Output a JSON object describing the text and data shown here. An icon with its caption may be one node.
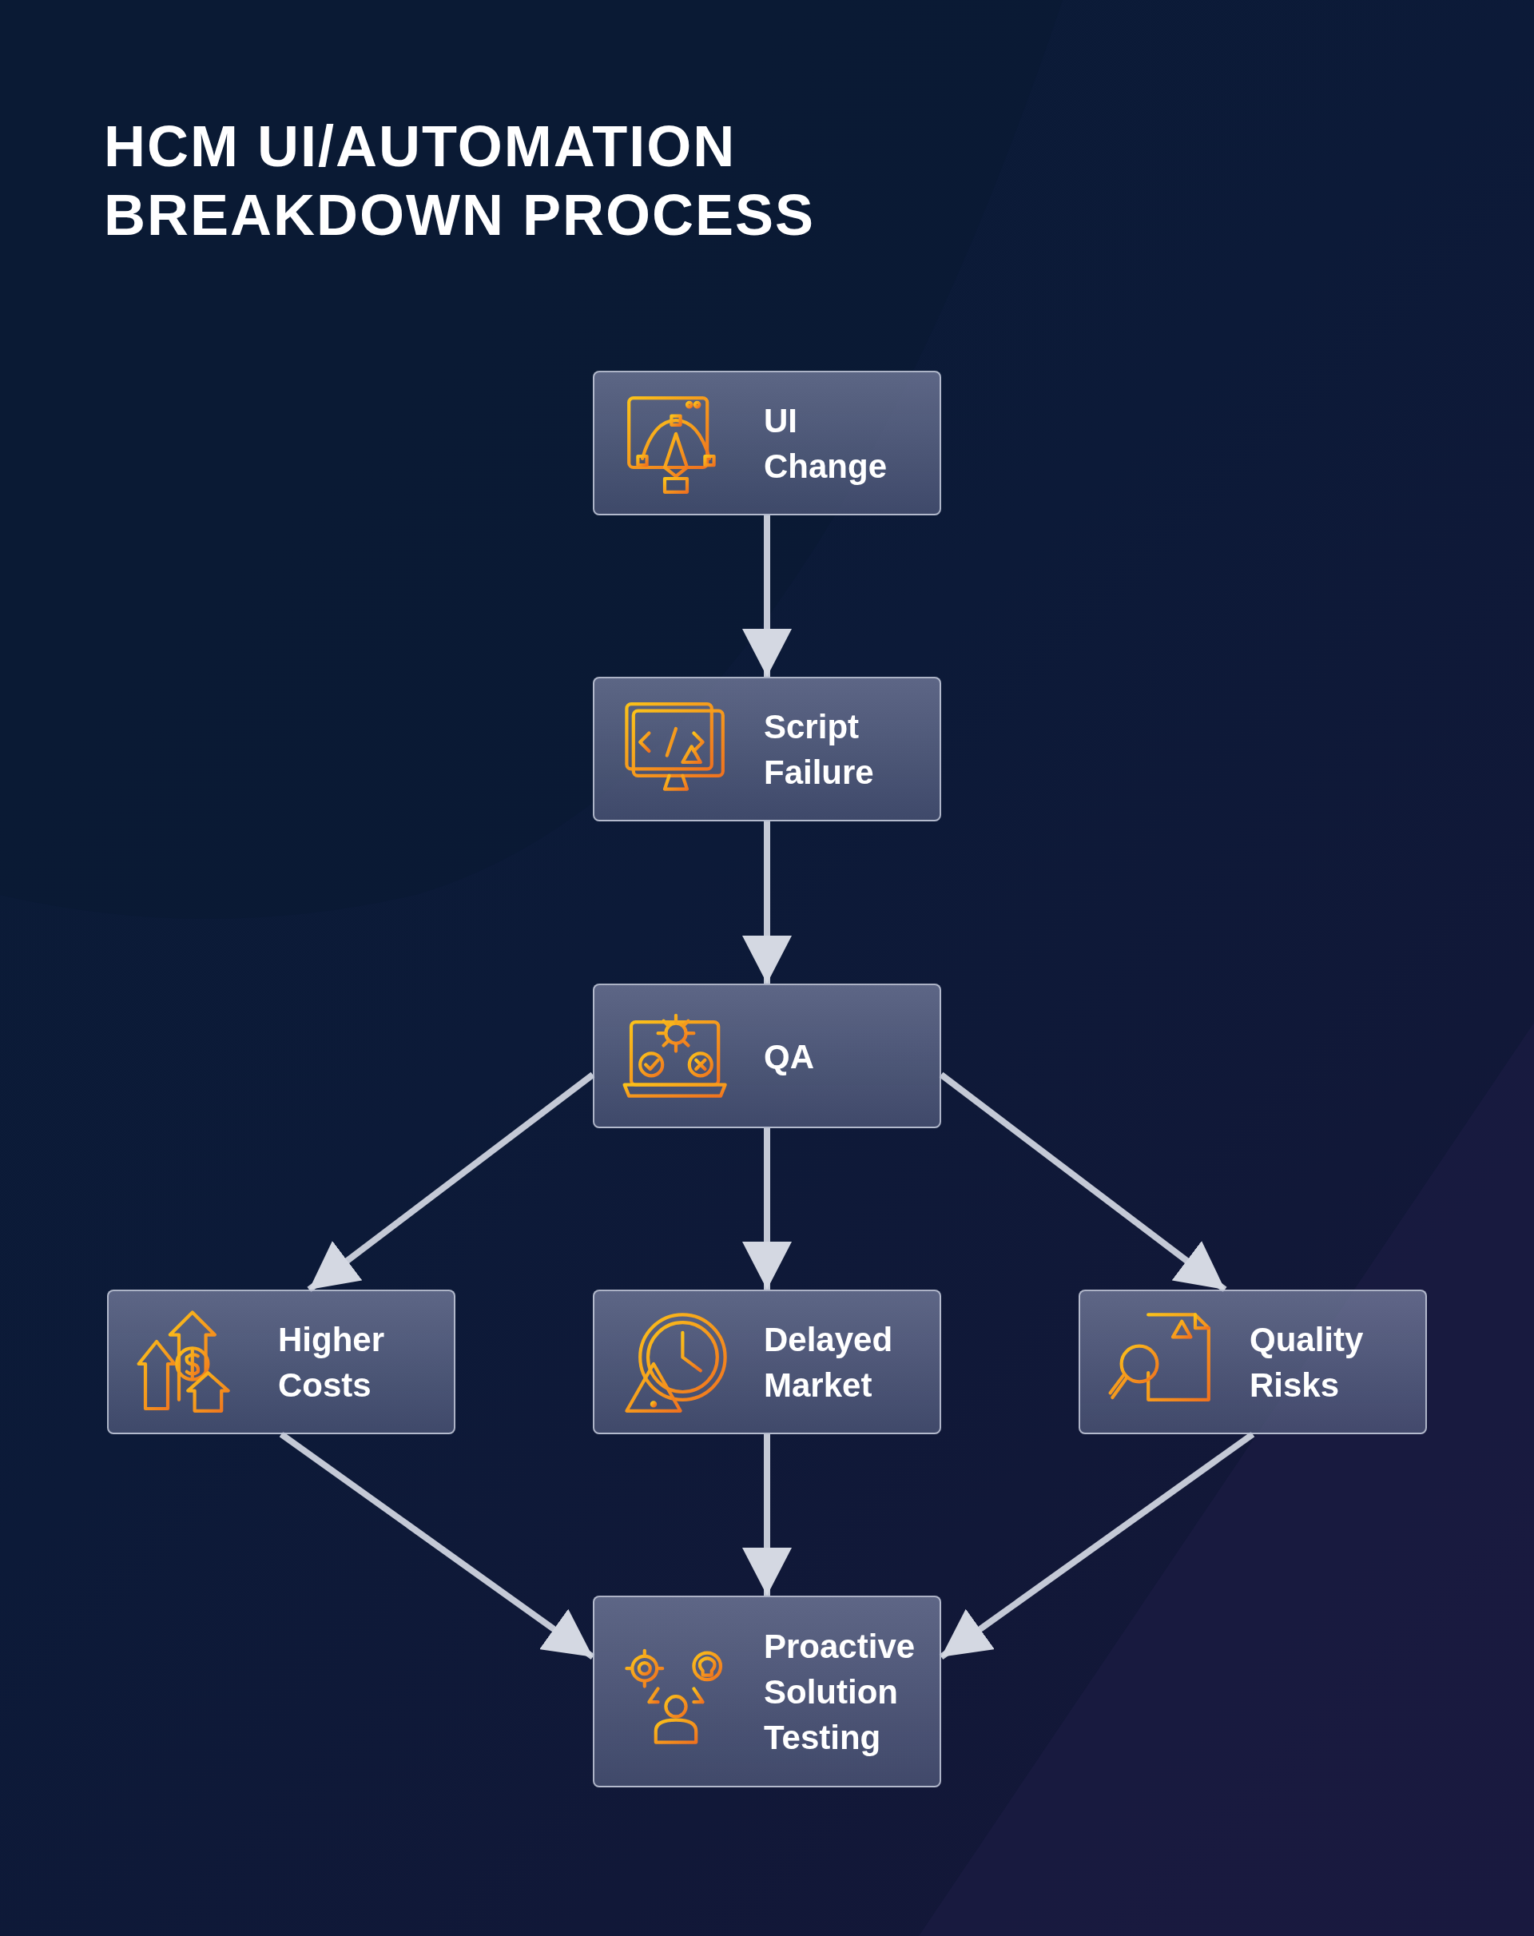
{
  "diagram": {
    "title": "HCM UI/AUTOMATION BREAKDOWN PROCESS",
    "nodes": [
      {
        "text": [
          "UI Change"
        ]
      },
      {
        "text": [
          "Script Failure"
        ]
      },
      {
        "text": [
          "QA"
        ]
      },
      {
        "text": [
          "Higher Costs"
        ]
      },
      {
        "text": [
          "Delayed Market"
        ]
      },
      {
        "text": [
          "Quality Risks"
        ]
      },
      {
        "text": [
          "Proactive Solution Testing"
        ]
      }
    ],
    "edges": [
      {
        "from": 0,
        "to": 1,
        "arrow": "to"
      },
      {
        "from": 1,
        "to": 2,
        "arrow": "to"
      },
      {
        "from": 2,
        "to": 3,
        "arrow": "to"
      },
      {
        "from": 2,
        "to": 4,
        "arrow": "to"
      },
      {
        "from": 2,
        "to": 5,
        "arrow": "to"
      },
      {
        "from": 3,
        "to": 6,
        "arrow": "to"
      },
      {
        "from": 4,
        "to": 6,
        "arrow": "to"
      },
      {
        "from": 5,
        "to": 6,
        "arrow": "to"
      }
    ]
  }
}
